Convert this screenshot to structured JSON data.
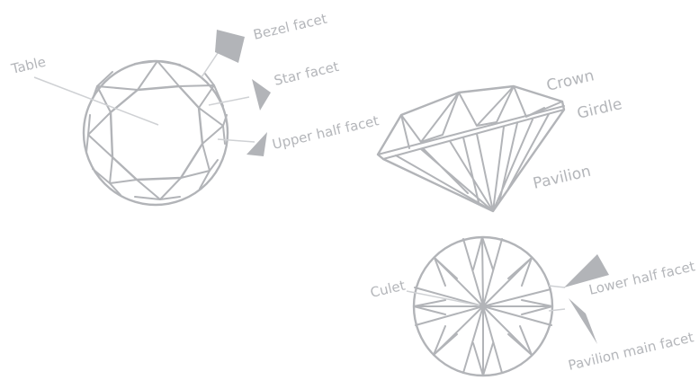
{
  "top_view": {
    "labels": {
      "table": "Table",
      "bezel": "Bezel facet",
      "star": "Star facet",
      "upper_half": "Upper half facet"
    }
  },
  "side_view": {
    "labels": {
      "crown": "Crown",
      "girdle": "Girdle",
      "pavilion": "Pavilion"
    }
  },
  "bottom_view": {
    "labels": {
      "culet": "Culet",
      "lower_half": "Lower half facet",
      "pavilion_main": "Pavilion main facet"
    }
  },
  "colors": {
    "line": "#b2b4b8",
    "text": "#b4b6ba",
    "leader": "#cfd1d4"
  }
}
